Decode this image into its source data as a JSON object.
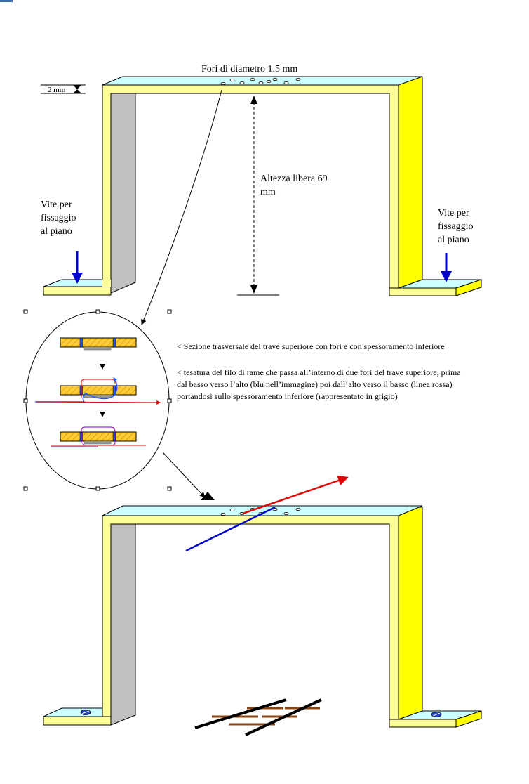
{
  "labels": {
    "fori": "Fori di diametro 1.5 mm",
    "spessore": "2 mm",
    "altezza": "Altezza libera 69\nmm",
    "vite_left": "Vite per\nfissaggio\nal piano",
    "vite_right": "Vite per\nfissaggio\nal piano",
    "sezione": "< Sezione trasversale del trave superiore con fori e con spessoramento inferiore",
    "tesatura": "< tesatura del filo di rame che passa all’interno di due fori del trave superiore, prima\ndal basso verso l’alto (blu nell’immagine) poi dall’alto verso il basso (linea rossa)\nportandosi sullo spessoramento inferiore (rappresentato in grigio)"
  },
  "colors": {
    "bridge_face": "#ffff99",
    "bridge_side": "#ffff00",
    "bridge_top": "#ccffff",
    "shadow": "#c0c0c0",
    "blue": "#0000cc",
    "red": "#e00000",
    "section_fill": "#ffcc33",
    "rail": "#000000",
    "tie": "#8b4513"
  }
}
